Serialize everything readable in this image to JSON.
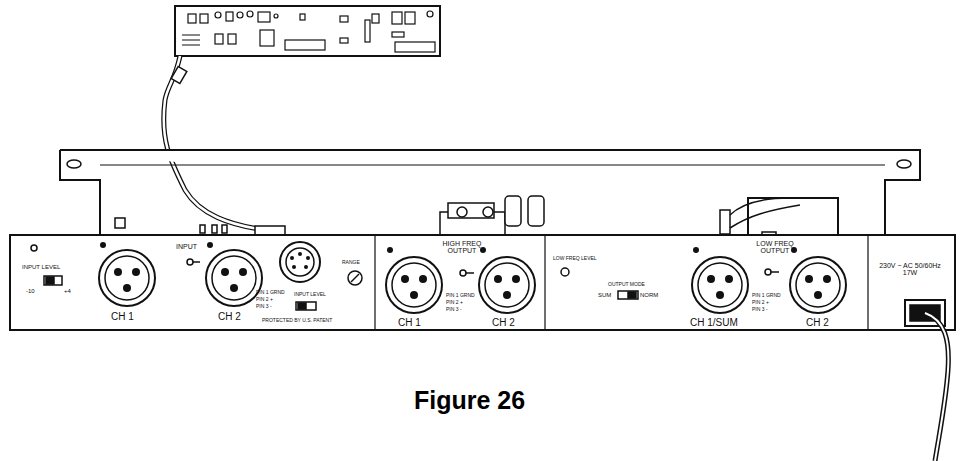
{
  "diagram": {
    "caption": "Figure 26",
    "labels": [
      "INPUT LEVEL",
      "-10",
      "+4",
      "CH 1",
      "INPUT",
      "CH 2",
      "PIN 1 GRND",
      "PIN 2 +",
      "PIN 3 -",
      "INPUT LEVEL",
      "PROTECTED BY U.S. PATENT",
      "RANGE",
      "HIGH FREQ OUTPUT",
      "CH 1",
      "CH 2",
      "PIN 1 GRND",
      "PIN 2 +",
      "PIN 3 -",
      "LOW FREQ LEVEL",
      "OUTPUT MODE",
      "SUM",
      "NORM",
      "LOW FREQ OUTPUT",
      "CH 1/SUM",
      "CH 2",
      "PIN 1 GRND",
      "PIN 2 +",
      "PIN 3 -",
      "230V ~ AC 50/60Hz 17W"
    ]
  }
}
